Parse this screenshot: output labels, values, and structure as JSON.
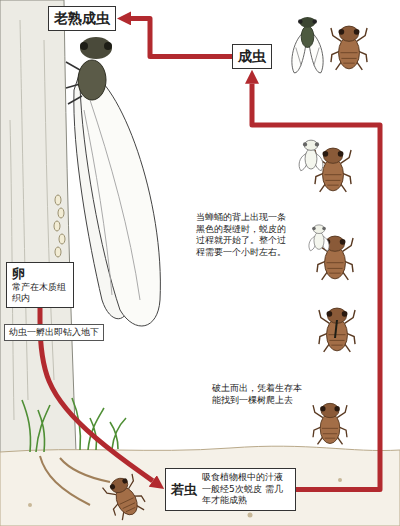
{
  "diagram": {
    "nodes": [
      {
        "text": [
          "老熟成虫"
        ]
      },
      {
        "text": [
          "成虫"
        ]
      },
      {
        "text": [
          "卵",
          "常产在木质组织内"
        ]
      },
      {
        "text": [
          "若虫",
          "吸食植物根中的汁液 一般经5次蜕皮 需几年才能成熟"
        ]
      }
    ],
    "edges": [
      {
        "from": 2,
        "to": 3,
        "label": "幼虫一孵出即钻入地下",
        "arrow": "to"
      },
      {
        "from": 3,
        "to": 1,
        "arrow": "to"
      },
      {
        "from": 1,
        "to": 0,
        "arrow": "to"
      }
    ],
    "labels": [
      "当蝉蛹的背上出现一条黑色的裂缝时，蜕皮的过程就开始了。整个过程需要一个小时左右。",
      "破土而出，凭着生存本能找到一棵树爬上去"
    ]
  }
}
